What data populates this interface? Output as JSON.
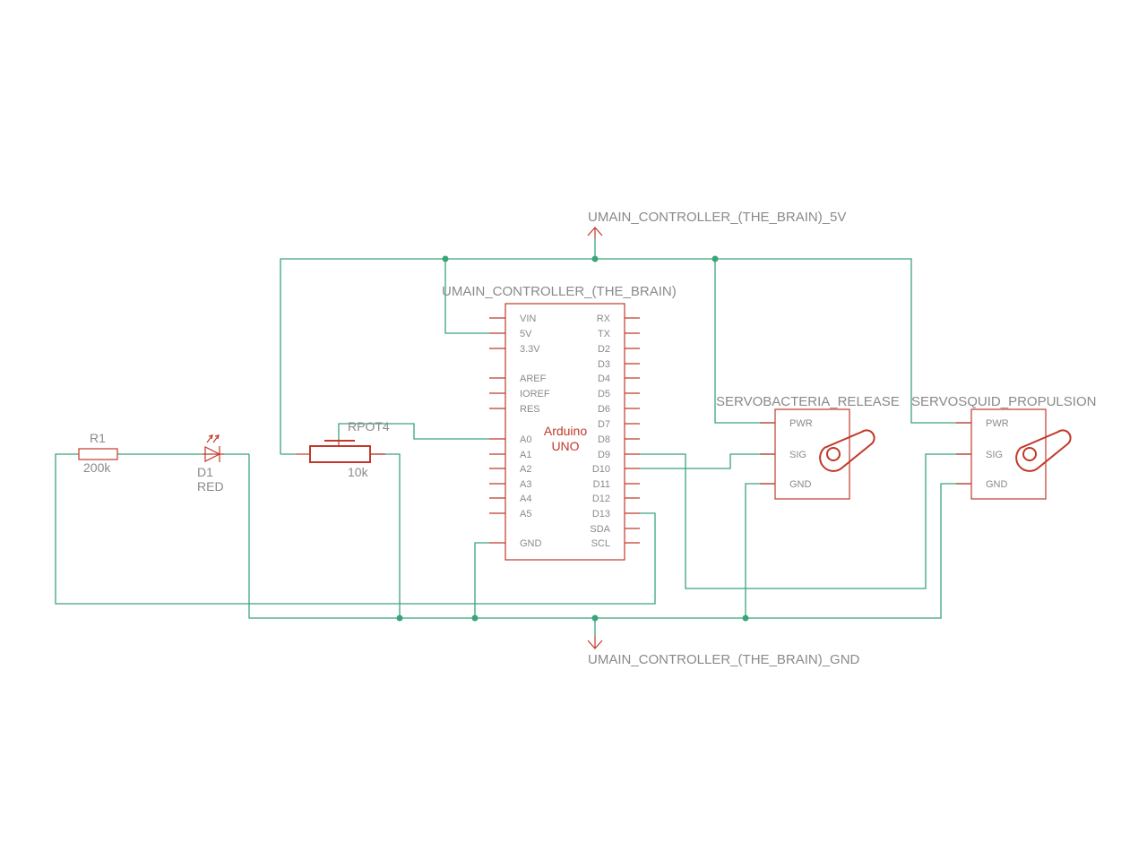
{
  "nets": {
    "supply_5v": "UMAIN_CONTROLLER_(THE_BRAIN)_5V",
    "ground": "UMAIN_CONTROLLER_(THE_BRAIN)_GND"
  },
  "arduino": {
    "designator": "UMAIN_CONTROLLER_(THE_BRAIN)",
    "name_line1": "Arduino",
    "name_line2": "UNO",
    "left_pins": [
      "VIN",
      "5V",
      "3.3V",
      "AREF",
      "IOREF",
      "RES",
      "A0",
      "A1",
      "A2",
      "A3",
      "A4",
      "A5",
      "GND"
    ],
    "right_pins": [
      "RX",
      "TX",
      "D2",
      "D3",
      "D4",
      "D5",
      "D6",
      "D7",
      "D8",
      "D9",
      "D10",
      "D11",
      "D12",
      "D13",
      "SDA",
      "SCL"
    ]
  },
  "resistor": {
    "designator": "R1",
    "value": "200k"
  },
  "led": {
    "designator": "D1",
    "value": "RED"
  },
  "potentiometer": {
    "designator": "RPOT4",
    "value": "10k"
  },
  "servos": [
    {
      "designator": "SERVOBACTERIA_RELEASE",
      "pins": [
        "PWR",
        "SIG",
        "GND"
      ]
    },
    {
      "designator": "SERVOSQUID_PROPULSION",
      "pins": [
        "PWR",
        "SIG",
        "GND"
      ]
    }
  ],
  "colors": {
    "wire": "#3aa57a",
    "symbol": "#c0392b",
    "text": "#8a8a8a"
  }
}
